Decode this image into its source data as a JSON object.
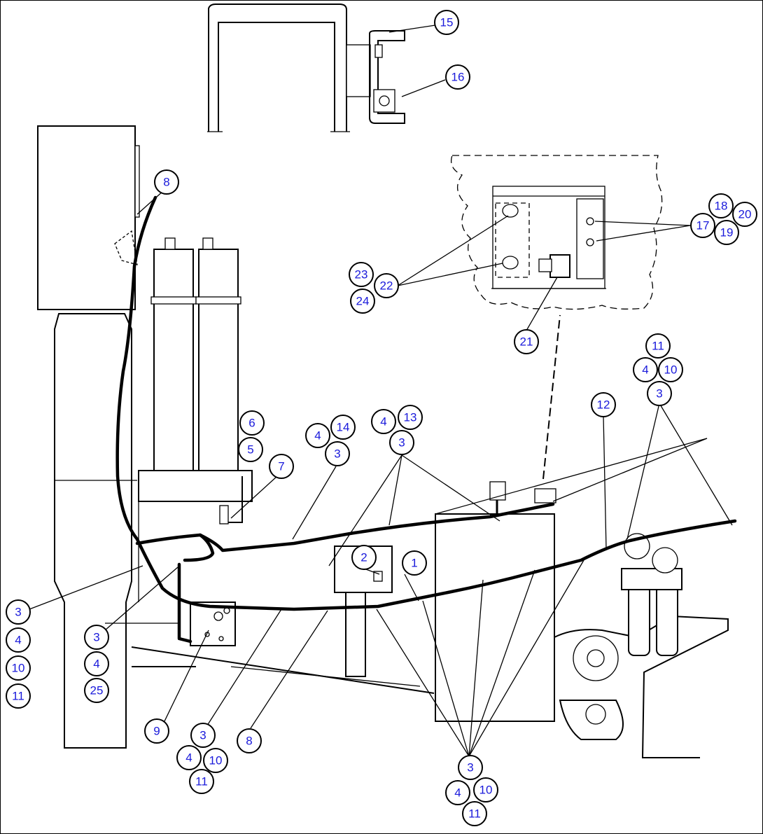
{
  "callouts": [
    {
      "id": "c15",
      "label": "15"
    },
    {
      "id": "c16",
      "label": "16"
    },
    {
      "id": "c8a",
      "label": "8"
    },
    {
      "id": "c18",
      "label": "18"
    },
    {
      "id": "c20",
      "label": "20"
    },
    {
      "id": "c17",
      "label": "17"
    },
    {
      "id": "c19",
      "label": "19"
    },
    {
      "id": "c23",
      "label": "23"
    },
    {
      "id": "c22",
      "label": "22"
    },
    {
      "id": "c24",
      "label": "24"
    },
    {
      "id": "c21",
      "label": "21"
    },
    {
      "id": "c11a",
      "label": "11"
    },
    {
      "id": "c4a",
      "label": "4"
    },
    {
      "id": "c10a",
      "label": "10"
    },
    {
      "id": "c3a",
      "label": "3"
    },
    {
      "id": "c12",
      "label": "12"
    },
    {
      "id": "c6",
      "label": "6"
    },
    {
      "id": "c5",
      "label": "5"
    },
    {
      "id": "c7",
      "label": "7"
    },
    {
      "id": "c4b",
      "label": "4"
    },
    {
      "id": "c14",
      "label": "14"
    },
    {
      "id": "c3b",
      "label": "3"
    },
    {
      "id": "c4c",
      "label": "4"
    },
    {
      "id": "c13",
      "label": "13"
    },
    {
      "id": "c3c",
      "label": "3"
    },
    {
      "id": "c2",
      "label": "2"
    },
    {
      "id": "c1",
      "label": "1"
    },
    {
      "id": "c3d",
      "label": "3"
    },
    {
      "id": "c4d",
      "label": "4"
    },
    {
      "id": "c10d",
      "label": "10"
    },
    {
      "id": "c11d",
      "label": "11"
    },
    {
      "id": "c3e",
      "label": "3"
    },
    {
      "id": "c4e",
      "label": "4"
    },
    {
      "id": "c25",
      "label": "25"
    },
    {
      "id": "c9",
      "label": "9"
    },
    {
      "id": "c3f",
      "label": "3"
    },
    {
      "id": "c4f",
      "label": "4"
    },
    {
      "id": "c10f",
      "label": "10"
    },
    {
      "id": "c11f",
      "label": "11"
    },
    {
      "id": "c8b",
      "label": "8"
    },
    {
      "id": "c3g",
      "label": "3"
    },
    {
      "id": "c4g",
      "label": "4"
    },
    {
      "id": "c10g",
      "label": "10"
    },
    {
      "id": "c11g",
      "label": "11"
    }
  ]
}
